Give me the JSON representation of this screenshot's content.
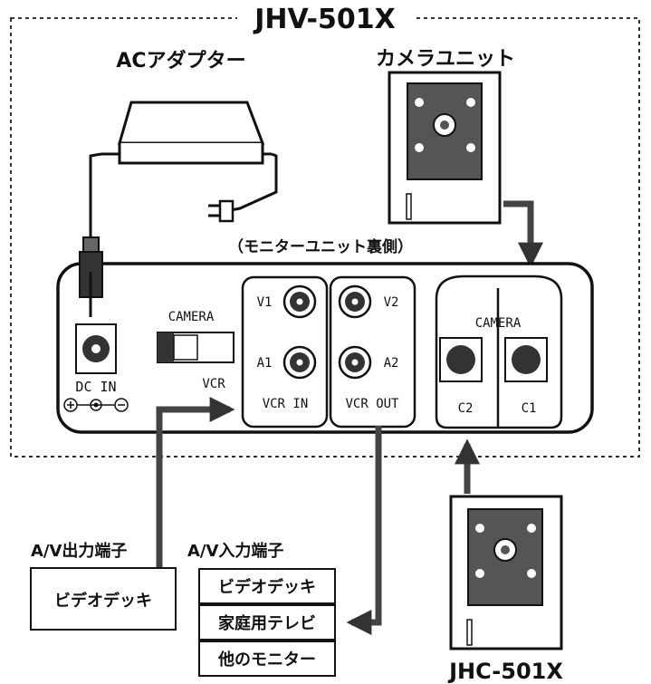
{
  "title": "JHV-501X",
  "ac_adapter_label": "ACアダプター",
  "camera_unit_label": "カメラユニット",
  "monitor_back_label": "（モニターユニット裏側）",
  "dc_in_label": "DC IN",
  "switch_camera_label": "CAMERA",
  "switch_vcr_label": "VCR",
  "vcr_in": {
    "v_label": "V1",
    "a_label": "A1",
    "name": "VCR IN"
  },
  "vcr_out": {
    "v_label": "V2",
    "a_label": "A2",
    "name": "VCR OUT"
  },
  "camera_inputs": {
    "header": "CAMERA",
    "c2": "C2",
    "c1": "C1"
  },
  "av_output": {
    "label": "A/V出力端子",
    "device": "ビデオデッキ"
  },
  "av_input": {
    "label": "A/V入力端子",
    "devices": [
      "ビデオデッキ",
      "家庭用テレビ",
      "他のモニター"
    ]
  },
  "extra_camera_label": "JHC-501X",
  "colors": {
    "line": "#111111",
    "camera_panel": "#4a4a4a",
    "border_dotted": "#333333"
  }
}
